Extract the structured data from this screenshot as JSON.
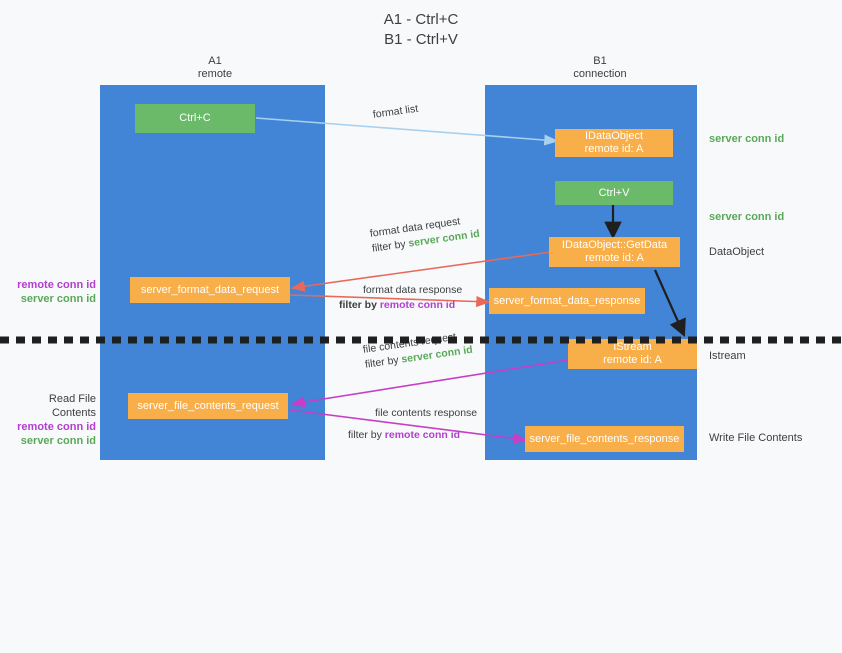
{
  "title": "A1 - Ctrl+C\nB1 - Ctrl+V",
  "colors": {
    "lane": "#4285d6",
    "green_box": "#6aba6a",
    "orange_box": "#f8ae49",
    "server_conn_id": "#5aa85a",
    "remote_conn_id": "#b23fcf",
    "arrow_format_list": "#a8d0ef",
    "arrow_format_data": "#e8695a",
    "arrow_file_contents": "#c63fc6",
    "arrow_internal": "#1f1f1f",
    "background": "#f8f9fa"
  },
  "columns": [
    {
      "name": "A1",
      "sub": "remote"
    },
    {
      "name": "B1",
      "sub": "connection"
    }
  ],
  "nodes": {
    "ctrl_c": {
      "line1": "Ctrl+C",
      "line2": ""
    },
    "idataobject": {
      "line1": "IDataObject",
      "line2": "remote id: A"
    },
    "ctrl_v": {
      "line1": "Ctrl+V",
      "line2": ""
    },
    "idataobject_getdata": {
      "line1": "IDataObject::GetData",
      "line2": "remote id: A"
    },
    "server_format_data_request": {
      "line1": "server_format_data_request",
      "line2": ""
    },
    "server_format_data_response": {
      "line1": "server_format_data_response",
      "line2": ""
    },
    "istream": {
      "line1": "IStream",
      "line2": "remote id: A"
    },
    "server_file_contents_request": {
      "line1": "server_file_contents_request",
      "line2": ""
    },
    "server_file_contents_response": {
      "line1": "server_file_contents_response",
      "line2": ""
    }
  },
  "right_labels": {
    "server_conn_id_top": "server conn id",
    "server_conn_id_mid": "server conn id",
    "dataobject": "DataObject",
    "istream": "Istream",
    "write_file_contents": "Write File Contents"
  },
  "left_labels": {
    "remote_conn_id_1": "remote conn id",
    "server_conn_id_1": "server conn id",
    "read_file_contents": "Read File Contents",
    "remote_conn_id_2": "remote conn id",
    "server_conn_id_2": "server conn id"
  },
  "edges": {
    "format_list": {
      "label": "format list"
    },
    "format_data_request": {
      "line1": "format data request",
      "filter_prefix": "filter by ",
      "filter_value": "server conn id"
    },
    "format_data_response": {
      "line1": "format data response",
      "filter_prefix": "filter by ",
      "filter_value": "remote conn id"
    },
    "file_contents_request": {
      "line1": "file contents request",
      "filter_prefix": "filter by ",
      "filter_value": "server conn id"
    },
    "file_contents_response": {
      "line1": "file contents response",
      "filter_prefix": "filter by ",
      "filter_value": "remote conn id"
    }
  }
}
